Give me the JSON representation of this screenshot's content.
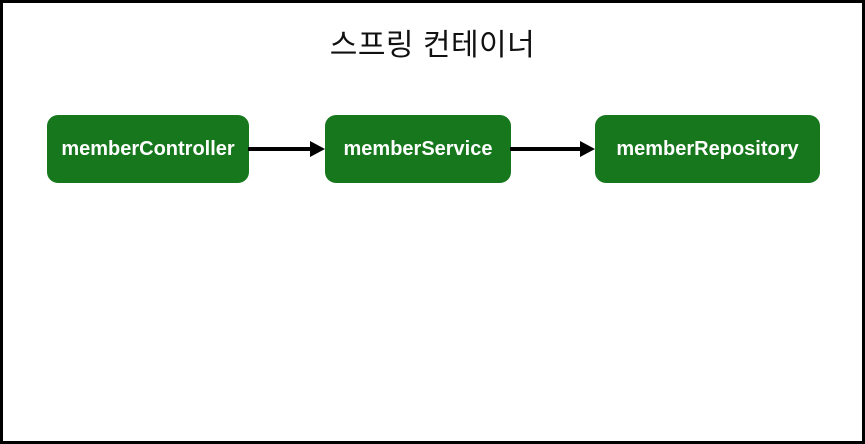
{
  "diagram": {
    "title": "스프링 컨테이너",
    "nodes": [
      {
        "id": "memberController",
        "label": "memberController"
      },
      {
        "id": "memberService",
        "label": "memberService"
      },
      {
        "id": "memberRepository",
        "label": "memberRepository"
      }
    ],
    "edges": [
      {
        "from": "memberController",
        "to": "memberService",
        "direction": "right"
      },
      {
        "from": "memberService",
        "to": "memberRepository",
        "direction": "right"
      }
    ],
    "colors": {
      "node_background": "#17771d",
      "node_text": "#ffffff",
      "arrow": "#000000",
      "frame_border": "#000000",
      "canvas_background": "#ffffff"
    }
  }
}
